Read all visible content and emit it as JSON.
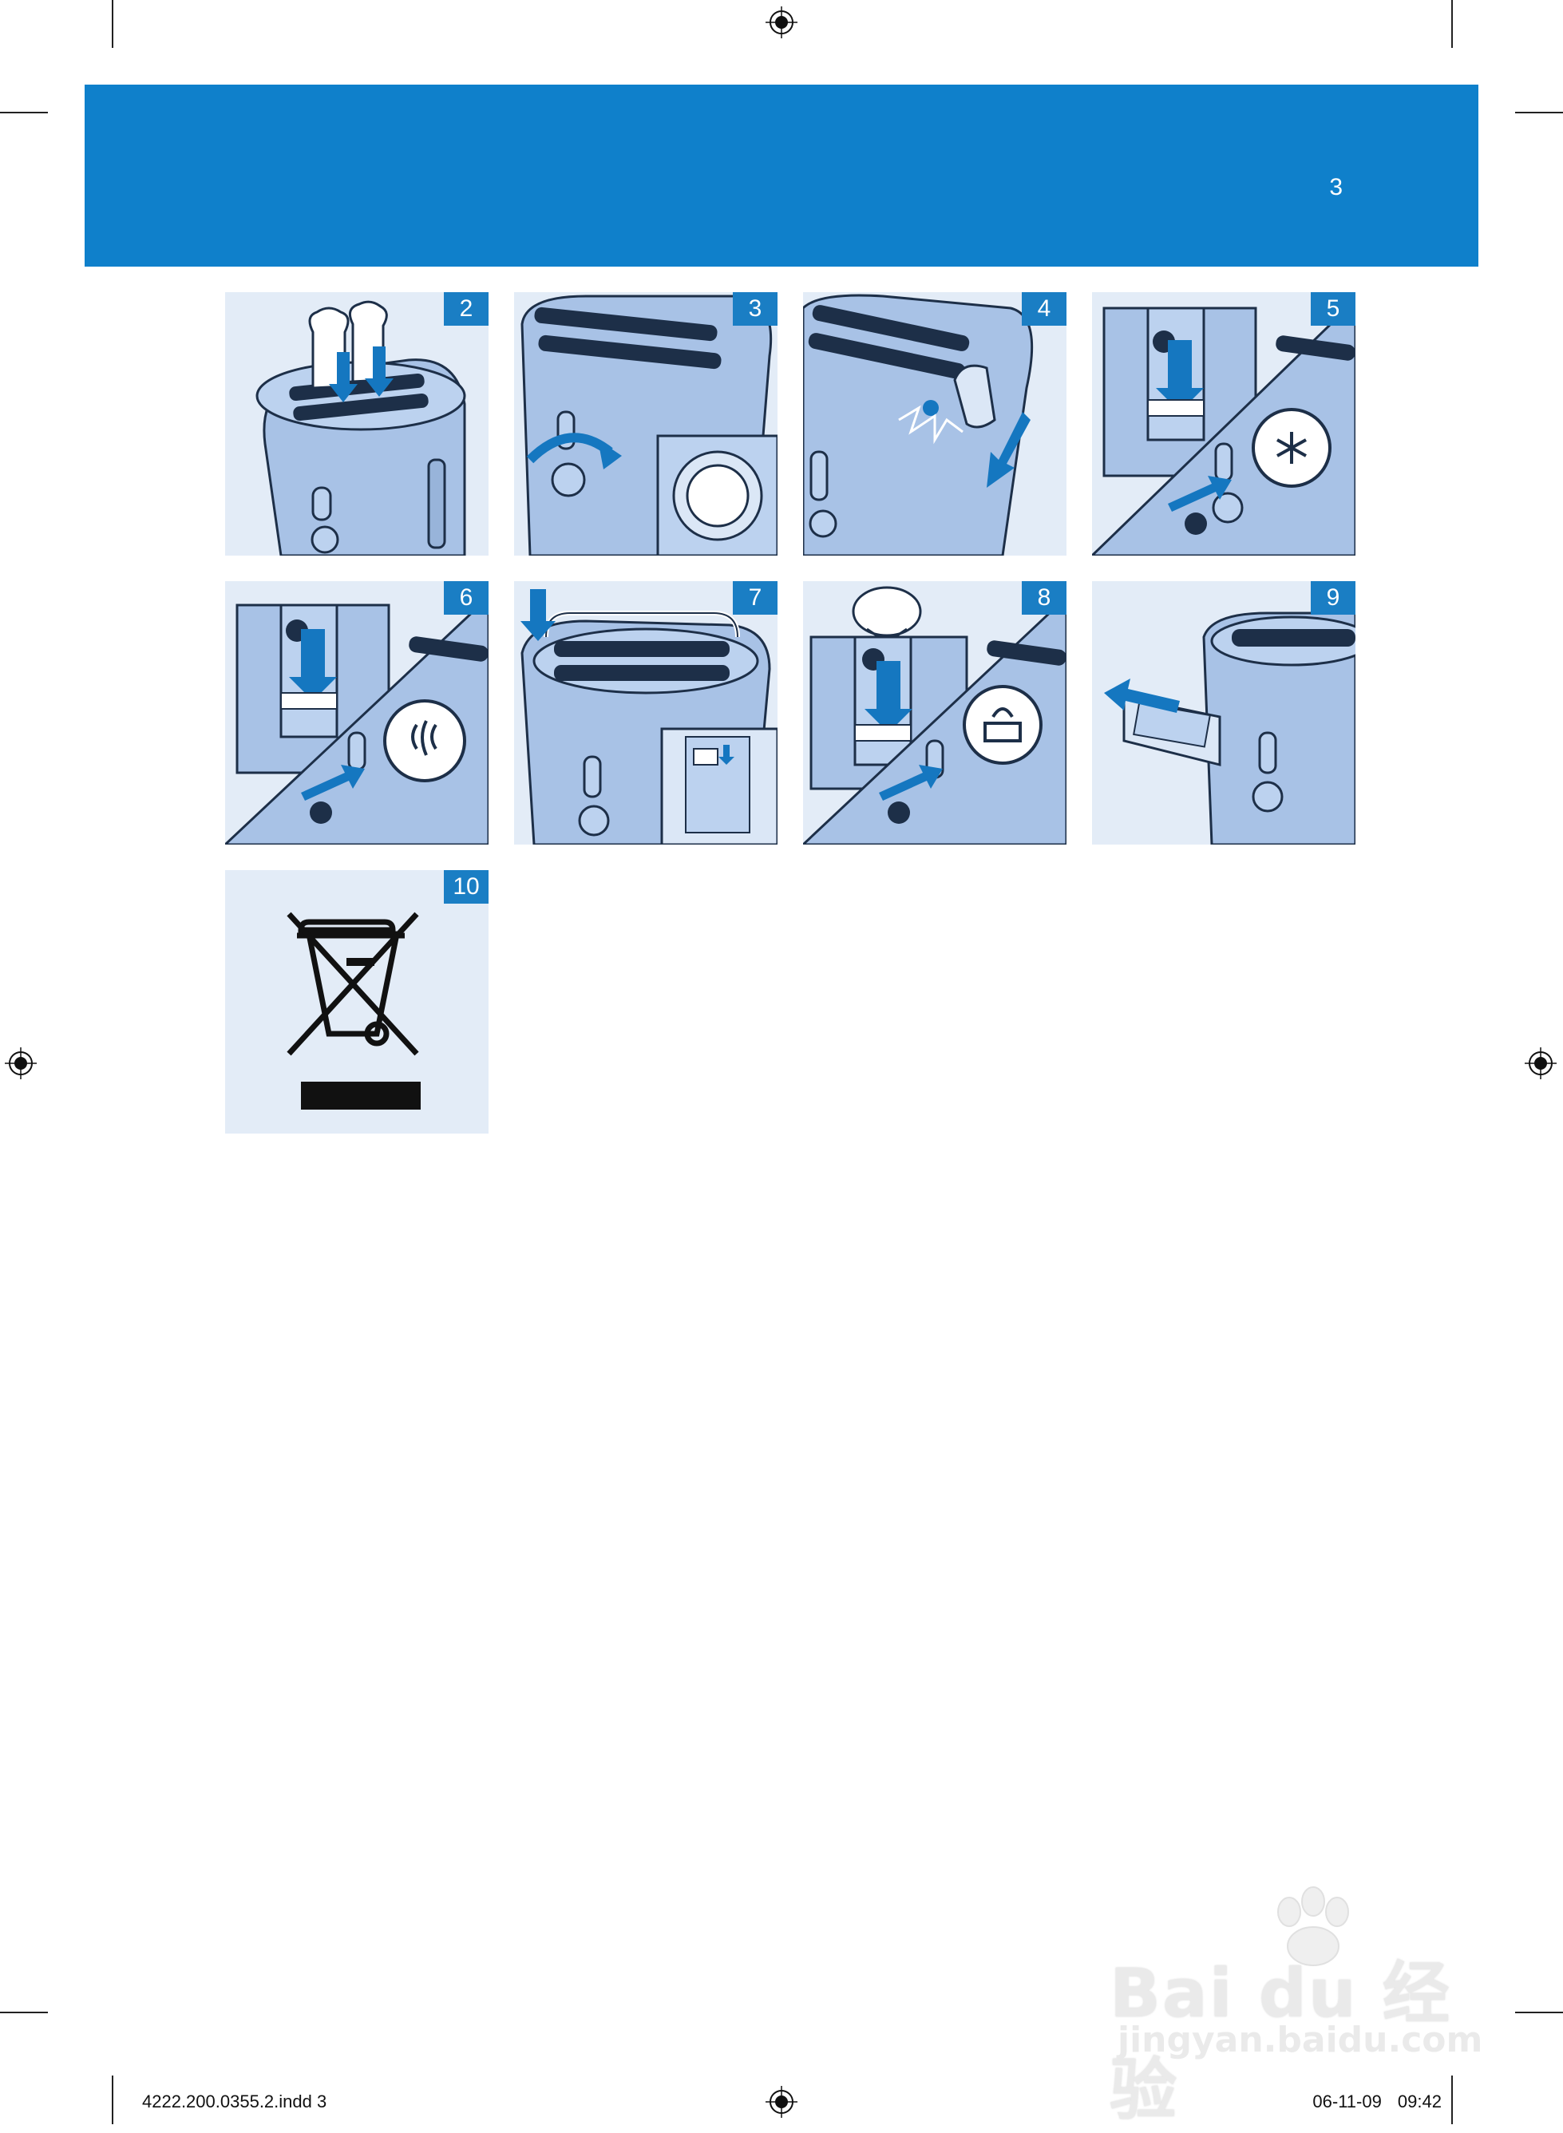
{
  "header": {
    "page_number": "3",
    "band_color": "#0f80cb"
  },
  "panels": [
    {
      "label": "2",
      "scene": "bread-insert"
    },
    {
      "label": "3",
      "scene": "browning-control"
    },
    {
      "label": "4",
      "scene": "power-cord"
    },
    {
      "label": "5",
      "scene": "defrost-button"
    },
    {
      "label": "6",
      "scene": "reheat-button"
    },
    {
      "label": "7",
      "scene": "bun-warming-rack"
    },
    {
      "label": "8",
      "scene": "bun-warming-button"
    },
    {
      "label": "9",
      "scene": "crumb-tray"
    },
    {
      "label": "10",
      "scene": "weee-disposal-symbol"
    }
  ],
  "footer": {
    "file_info": "4222.200.0355.2.indd   3",
    "date_time": "06-11-09   09:42"
  },
  "watermark": {
    "main_text": "Bai du 经验",
    "sub_text": "jingyan.baidu.com"
  },
  "colors": {
    "panel_bg": "#e3ecf7",
    "toaster_body": "#a8c2e6",
    "badge": "#1a7ec4",
    "arrow": "#1577c0"
  }
}
